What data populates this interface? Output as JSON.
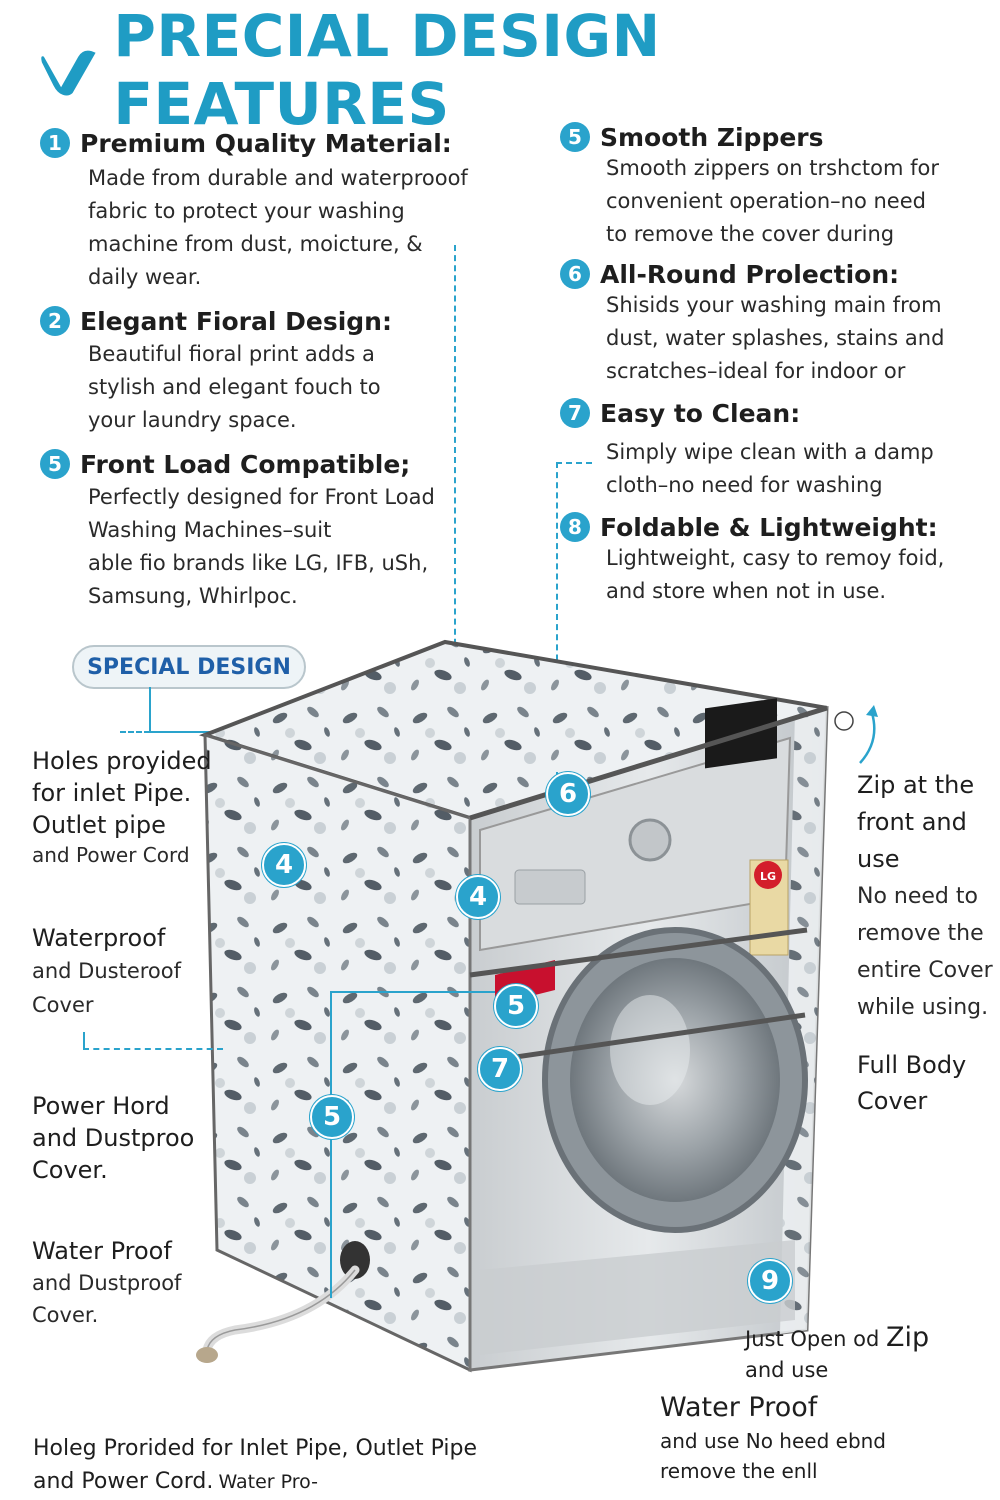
{
  "header": {
    "title": "PRECIAL DESIGN FEATURES"
  },
  "features_left": [
    {
      "num": "1",
      "title": "Premium Quality Material:",
      "lines": [
        "Made from durable and waterprooof",
        "fabric to protect your washing",
        "machine from dust, moicture, &",
        "daily wear."
      ]
    },
    {
      "num": "2",
      "title": "Elegant Fioral Design:",
      "lines": [
        "Beautiful fioral print adds a",
        "stylish and elegant fouch to",
        "your laundry space."
      ]
    },
    {
      "num": "5",
      "title": "Front Load Compatible;",
      "lines": [
        "Perfectly designed for Front Load",
        "Washing Machines–suit",
        "able fio  brands like LG, IFB, uSh,",
        "Samsung, Whirlpoc."
      ]
    }
  ],
  "features_right": [
    {
      "num": "5",
      "title": "Smooth Zippers",
      "lines": [
        "Smooth zippers on trshctom for",
        "convenient  operation–no need",
        "to remove the cover during"
      ]
    },
    {
      "num": "6",
      "title": "All-Round Prolection:",
      "lines": [
        "Shisids your washing main from",
        "dust, water splashes, stains and",
        "scratches–ideal for indoor or"
      ]
    },
    {
      "num": "7",
      "title": "Easy to Clean:",
      "lines": [
        "Simply wipe clean with a damp",
        "cloth–no need for washing"
      ]
    },
    {
      "num": "8",
      "title": "Foldable & Lightweight:",
      "lines": [
        "Lightweight, casy to remoy foid,",
        "and store when not in use."
      ]
    }
  ],
  "badge": {
    "label": "SPECIAL DESIGN"
  },
  "left_notes": [
    {
      "title_lines": [
        "Holes proyided",
        "for inlet Pipe.",
        "Outlet pipe"
      ],
      "sub_lines": [
        "and Power Cord"
      ]
    },
    {
      "title_lines": [
        "Waterproof"
      ],
      "sub_lines": [
        "and Dusteroof",
        "Cover"
      ]
    },
    {
      "title_lines": [
        "Power Hord",
        "and Dustproo",
        "Cover."
      ],
      "sub_lines": []
    },
    {
      "title_lines": [
        "Water Proof"
      ],
      "sub_lines": [
        "and Dustproof",
        "Cover."
      ]
    }
  ],
  "right_notes": {
    "zip_lines": [
      "Zip at the",
      "front and",
      "use"
    ],
    "zip_sub_lines": [
      "No need to",
      "remove the",
      "entire Cover",
      "while using."
    ],
    "full_body_lines": [
      "Full Body",
      "Cover"
    ]
  },
  "markers": {
    "m_top": "6",
    "m_left_side": "4",
    "m_front": "4",
    "m_zip": "5",
    "m_zip_low": "7",
    "m_left_low": "5",
    "m_bottom": "9"
  },
  "bottom_right": {
    "line1a": "Just Open od",
    "line1b": "Zip",
    "line2": "and use",
    "line3": "Water Proof",
    "line4": "and use No heed ebnd",
    "line5": "remove the enll"
  },
  "bottom_left": {
    "line1": "Holeg Prorided for Inlet Pipe, Outlet Pipe",
    "line2a": "and Power Cord.",
    "line2b": "Water Pro-"
  },
  "machine": {
    "label_badge": "LG"
  },
  "icons": [
    "check-icon",
    "arrow-curve-icon",
    "pipe-icon"
  ],
  "colors": {
    "accent": "#2aa3cc",
    "title": "#1f9cc4",
    "badge_text": "#1f5fa8"
  }
}
